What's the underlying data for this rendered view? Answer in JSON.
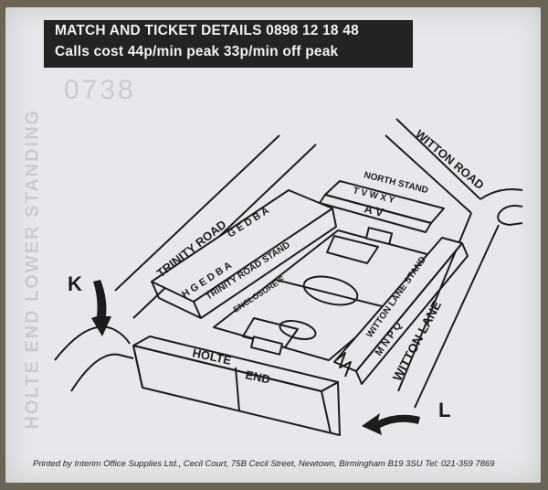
{
  "header": {
    "line1": "MATCH AND TICKET DETAILS 0898 12 18 48",
    "line2": "Calls cost 44p/min peak 33p/min off peak"
  },
  "serial": "0738",
  "side_stamp": "HOLTE END LOWER STANDING",
  "roads": {
    "witton_road": "WITTON ROAD",
    "trinity_road": "TRINITY ROAD",
    "witton_lane": "WITTON LANE"
  },
  "stands": {
    "north_stand": "NORTH STAND",
    "north_letters": "T V W X Y",
    "north_av": "A V",
    "trinity_letters_top": "G E D B A",
    "trinity_letters_bottom": "H G E D B A",
    "trinity_stand": "TRINITY ROAD STAND",
    "enclosure": "ENCLOSURE-F",
    "witton_lane_stand": "WITTON LANE STAND",
    "witton_letters": "M N P Q",
    "holte": "HOLTE",
    "end": "END"
  },
  "entrances": {
    "k": "K",
    "l": "L"
  },
  "footer": "Printed by Interim Office Supplies Ltd., Cecil Court, 75B Cecil Street, Newtown, Birmingham B19 3SU Tel: 021-359 7869"
}
